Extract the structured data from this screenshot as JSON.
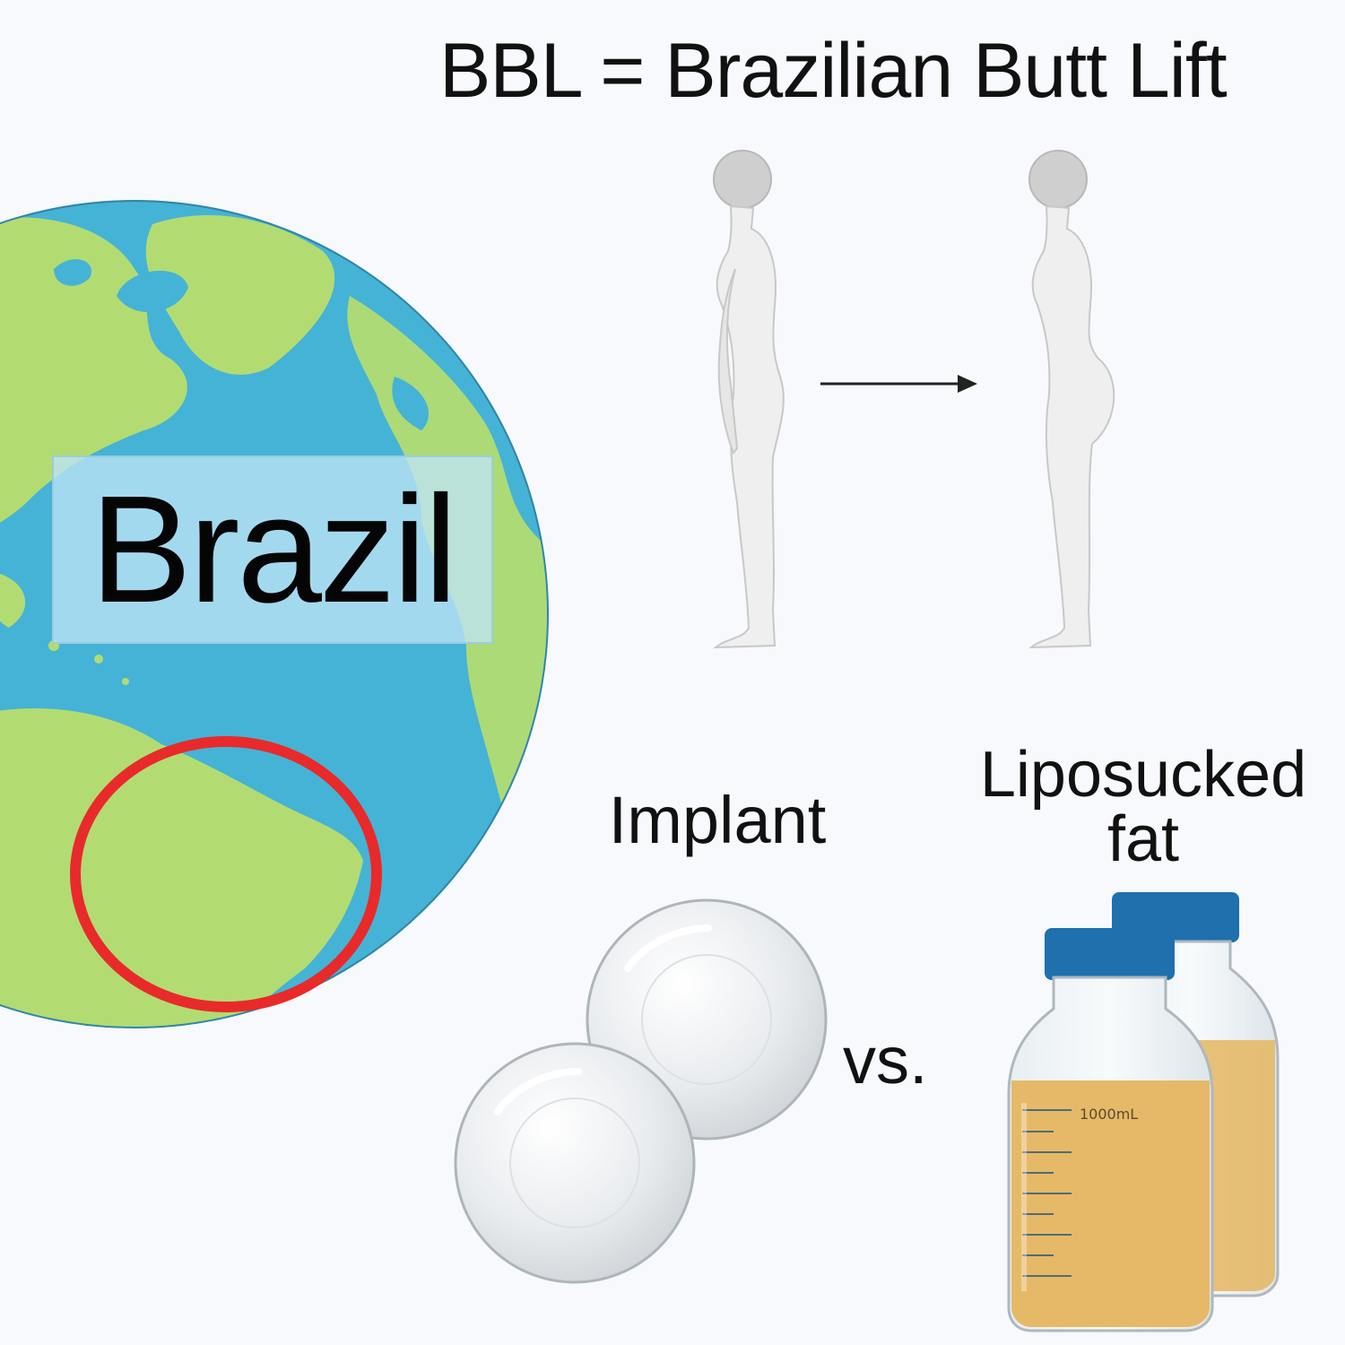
{
  "title": "BBL = Brazilian Butt Lift",
  "map_label": "Brazil",
  "implant_label": "Implant",
  "vs_label": "vs.",
  "lipo_label_line1": "Liposucked",
  "lipo_label_line2": "fat",
  "bottle_volume_label": "1000mL",
  "colors": {
    "background": "#f7f9fc",
    "ocean": "#45b3d6",
    "land": "#b2dc72",
    "highlight_circle": "#e82a2a",
    "fat": "#e6b968",
    "bottle_cap": "#1f70ad"
  }
}
